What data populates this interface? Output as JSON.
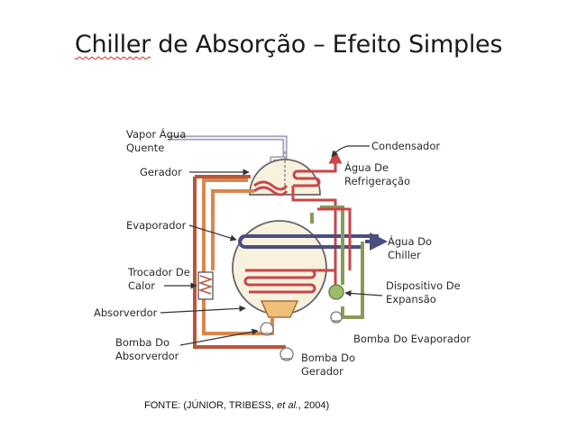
{
  "title": {
    "prefix": "Chiller",
    "rest": " de Absorção – Efeito Simples"
  },
  "labels": {
    "vapor_agua_quente": "Vapor Água\nQuente",
    "gerador": "Gerador",
    "condensador": "Condensador",
    "agua_refrigeracao": "Água De\nRefrigeração",
    "evaporador": "Evaporador",
    "agua_chiller": "Água Do\nChiller",
    "trocador_calor": "Trocador De\nCalor",
    "dispositivo_expansao": "Dispositivo De\nExpansão",
    "absorvedor": "Absorverdor",
    "bomba_evaporador": "Bomba Do Evaporador",
    "bomba_absorvedor": "Bomba Do\nAbsorverdor",
    "bomba_gerador": "Bomba Do\nGerador"
  },
  "source": {
    "prefix": "FONTE: (JÚNIOR, TRIBESS, ",
    "etal": "et al.",
    "suffix": ", 2004)"
  },
  "colors": {
    "pipe_orange": "#d9874a",
    "pipe_dark": "#b9563a",
    "pipe_red": "#c8464a",
    "pipe_green": "#8a9a55",
    "tube_navy": "#4a4f7e",
    "vessel_fill": "#f7f1de",
    "pump_fill": "#f0c07a"
  }
}
